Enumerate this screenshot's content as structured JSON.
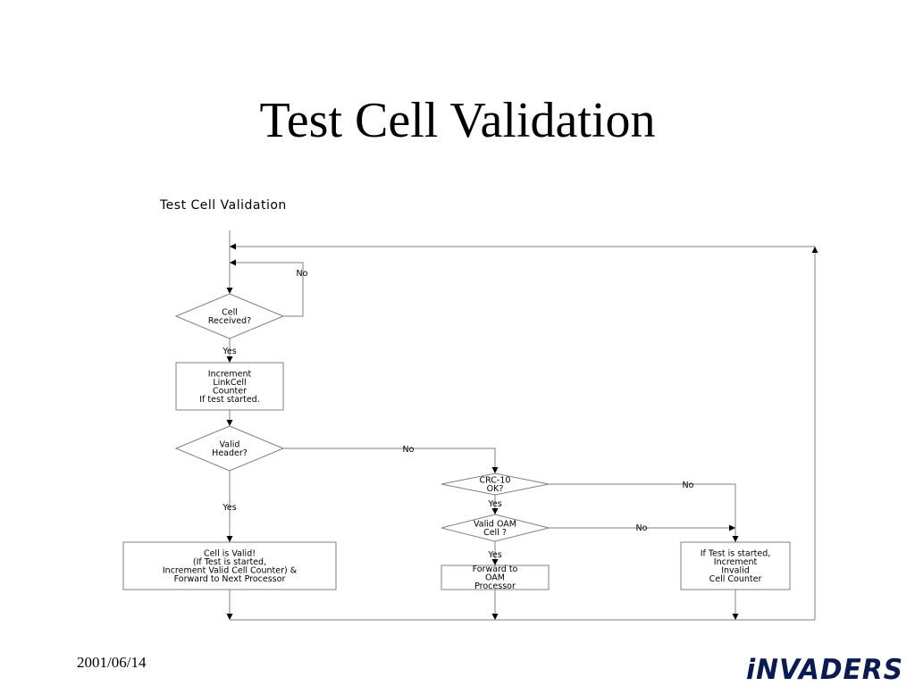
{
  "slide": {
    "title": "Test Cell Validation",
    "footer_date": "2001/06/14"
  },
  "logo": {
    "text": "iNVADERS",
    "color": "#0a1a55"
  },
  "diagram": {
    "title": "Test Cell Validation",
    "line_color": "#808080",
    "nodes": {
      "cell_received": [
        "Cell",
        "Received?"
      ],
      "increment_linkcell": [
        "Increment",
        "LinkCell",
        "Counter",
        "If test started."
      ],
      "valid_header": [
        "Valid",
        "Header?"
      ],
      "crc10": [
        "CRC-10",
        "OK?"
      ],
      "valid_oam": [
        "Valid OAM",
        "Cell ?"
      ],
      "cell_valid": [
        "Cell is Valid!",
        "(If Test is started,",
        "Increment Valid Cell Counter) &",
        "Forward to Next Processor"
      ],
      "forward_oam": [
        "Forward to",
        "OAM",
        "Processor"
      ],
      "invalid_counter": [
        "If Test is started,",
        "Increment",
        "Invalid",
        "Cell Counter"
      ]
    },
    "edge_labels": {
      "cell_received_no": "No",
      "cell_received_yes": "Yes",
      "valid_header_no": "No",
      "valid_header_yes": "Yes",
      "crc10_no": "No",
      "crc10_yes": "Yes",
      "valid_oam_no": "No",
      "valid_oam_yes": "Yes"
    }
  }
}
